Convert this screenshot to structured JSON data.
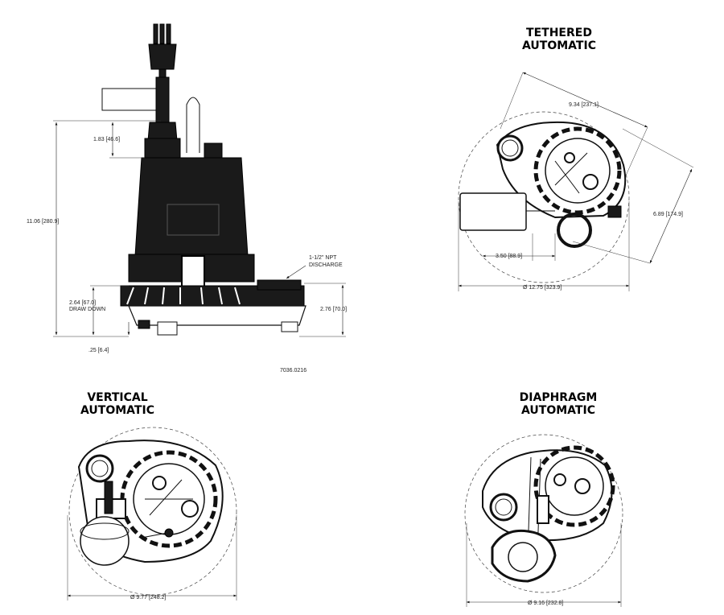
{
  "titles": {
    "tethered": [
      "TETHERED",
      "AUTOMATIC"
    ],
    "vertical": [
      "VERTICAL",
      "AUTOMATIC"
    ],
    "diaphragm": [
      "DIAPHRAGM",
      "AUTOMATIC"
    ]
  },
  "side_view": {
    "dim_top": "1.83 [46.6]",
    "dim_height": "11.06 [280.9]",
    "dim_drawdown": [
      "2.64 [67.0]",
      "DRAW DOWN"
    ],
    "dim_base": ".25 [6.4]",
    "dim_discharge_height": "2.76 [70.0]",
    "discharge_note": [
      "1-1/2\" NPT",
      "DISCHARGE"
    ],
    "part_number": "7036.0216"
  },
  "tethered_view": {
    "dim_diag": "9.34 [237.1]",
    "dim_right": "6.89 [174.9]",
    "dim_offset": "3.50 [88.9]",
    "dim_diameter": "Ø 12.75 [323.9]"
  },
  "vertical_view": {
    "dim_diameter": "Ø 9.77 [248.2]"
  },
  "diaphragm_view": {
    "dim_diameter": "Ø 9.16 [232.8]"
  }
}
